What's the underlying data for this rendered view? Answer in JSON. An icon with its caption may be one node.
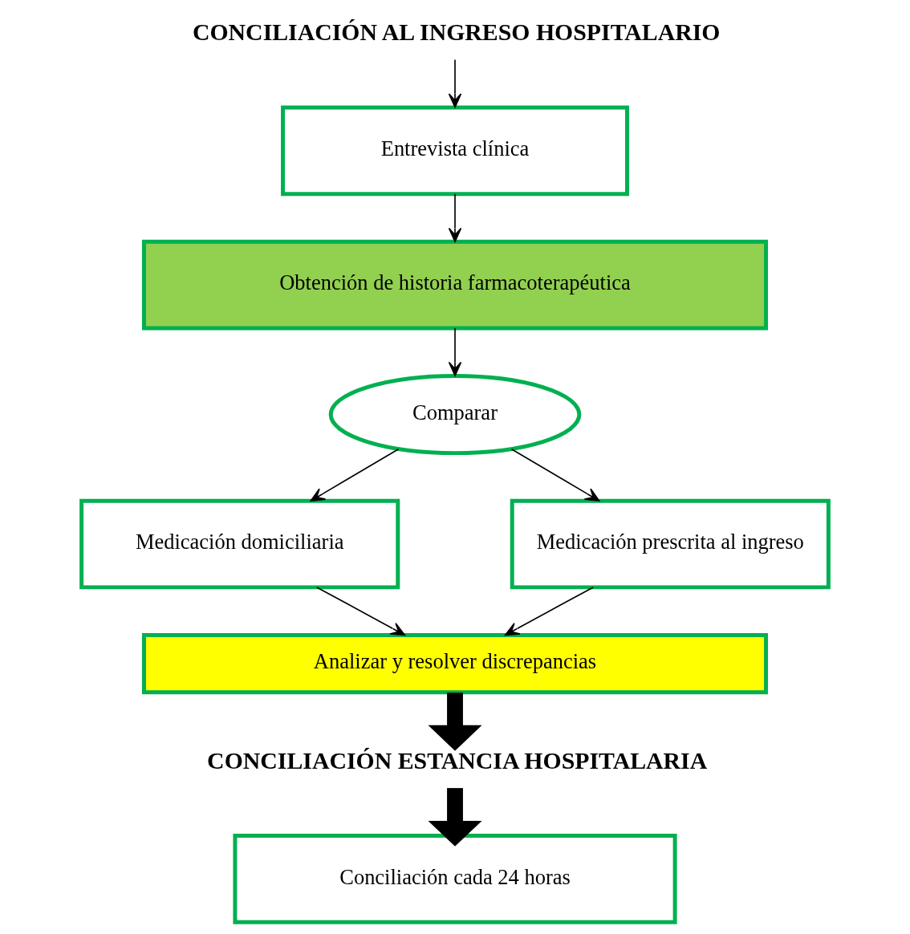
{
  "diagram": {
    "nodes": [
      {
        "text": [
          "CONCILIACIÓN AL INGRESO HOSPITALARIO"
        ]
      },
      {
        "text": [
          "Entrevista clínica"
        ]
      },
      {
        "text": [
          "Obtención de historia farmacoterapéutica"
        ]
      },
      {
        "text": [
          "Comparar"
        ]
      },
      {
        "text": [
          "Medicación domiciliaria"
        ]
      },
      {
        "text": [
          "Medicación prescrita al ingreso"
        ]
      },
      {
        "text": [
          "Analizar y resolver discrepancias"
        ]
      },
      {
        "text": [
          "CONCILIACIÓN ESTANCIA HOSPITALARIA"
        ]
      },
      {
        "text": [
          "Conciliación cada 24 horas"
        ]
      }
    ],
    "edges": [
      {
        "from": 0,
        "to": 1,
        "arrow": "to"
      },
      {
        "from": 1,
        "to": 2,
        "arrow": "to"
      },
      {
        "from": 2,
        "to": 3,
        "arrow": "to"
      },
      {
        "from": 3,
        "to": 4,
        "arrow": "to"
      },
      {
        "from": 3,
        "to": 5,
        "arrow": "to"
      },
      {
        "from": 4,
        "to": 6,
        "arrow": "to"
      },
      {
        "from": 5,
        "to": 6,
        "arrow": "to"
      },
      {
        "from": 6,
        "to": 7,
        "arrow": "to",
        "style": "thick"
      },
      {
        "from": 7,
        "to": 8,
        "arrow": "to",
        "style": "thick"
      }
    ]
  }
}
